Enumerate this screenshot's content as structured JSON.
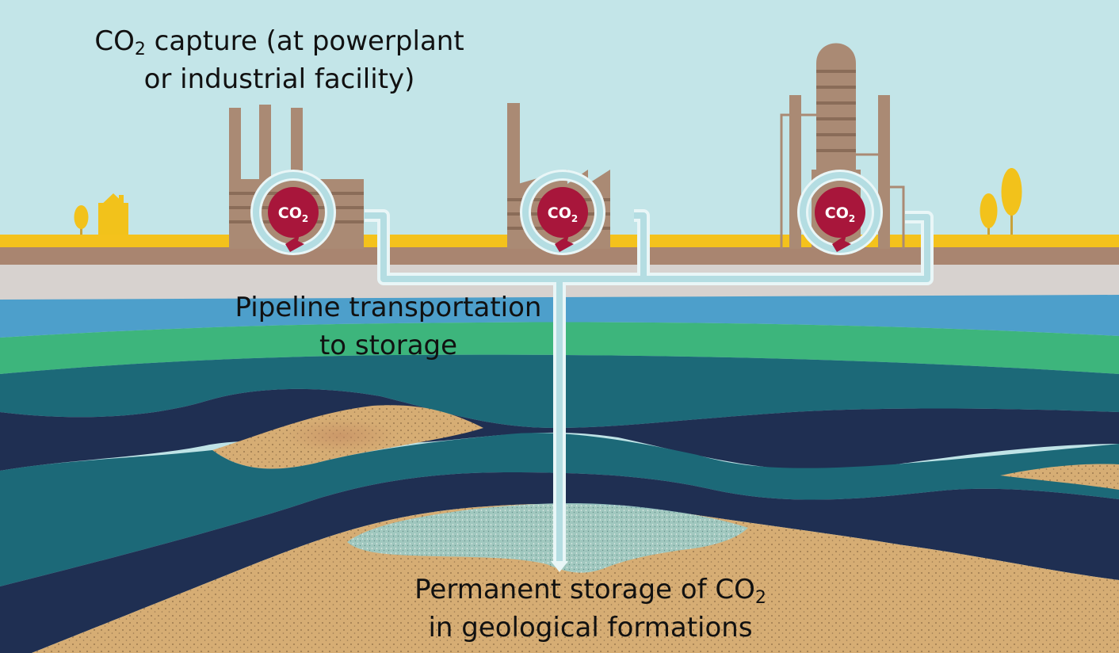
{
  "labels": {
    "capture": {
      "line1_main": "CO",
      "line1_sub": "2",
      "line1_rest": " capture (at powerplant",
      "line2": "or industrial facility)"
    },
    "pipeline": {
      "line1": "Pipeline transportation",
      "line2": "to storage"
    },
    "storage": {
      "line1_main": "Permanent storage of CO",
      "line1_sub": "2",
      "line2": "in geological formations"
    }
  },
  "badges": [
    {
      "main": "CO",
      "sub": "2"
    },
    {
      "main": "CO",
      "sub": "2"
    },
    {
      "main": "CO",
      "sub": "2"
    }
  ],
  "colors": {
    "sky": "#bfe3e6",
    "ground_line": "#f5c518",
    "soil": "#a8826a",
    "factory": "#a98a74",
    "pipe": "#bfe6ea",
    "co2_badge": "#a8153a",
    "water_layer": "#4a9ec9",
    "green_layer": "#3fb37a",
    "teal_layer": "#1b6a78",
    "dark_layer": "#1f3152",
    "sand": "#d9b27a",
    "co2_plume": "#9fc6c4"
  }
}
